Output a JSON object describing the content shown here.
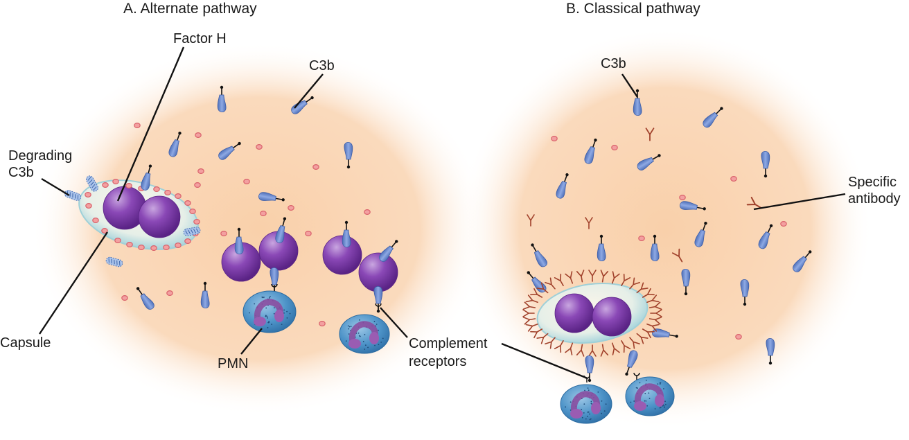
{
  "figure": {
    "panels": [
      {
        "id": "A",
        "title": "A. Alternate pathway",
        "labels": {
          "factor_h": "Factor H",
          "c3b": "C3b",
          "degrading_c3b_line1": "Degrading",
          "degrading_c3b_line2": "C3b",
          "capsule": "Capsule",
          "pmn": "PMN",
          "complement_receptors_line1": "Complement",
          "complement_receptors_line2": "receptors"
        }
      },
      {
        "id": "B",
        "title": "B. Classical pathway",
        "labels": {
          "c3b": "C3b",
          "specific_antibody_line1": "Specific",
          "specific_antibody_line2": "antibody"
        }
      }
    ],
    "colors": {
      "plasma": "#f9d3b0",
      "bacterium": "#7a3aa6",
      "capsule": "#dcebe6",
      "c3b": "#6f8fd0",
      "factor_h": "#e98a8a",
      "antibody": "#a0402a",
      "pmn": "#4d93c8",
      "pmn_nucleus": "#8a4ea0",
      "leader": "#111111"
    }
  }
}
